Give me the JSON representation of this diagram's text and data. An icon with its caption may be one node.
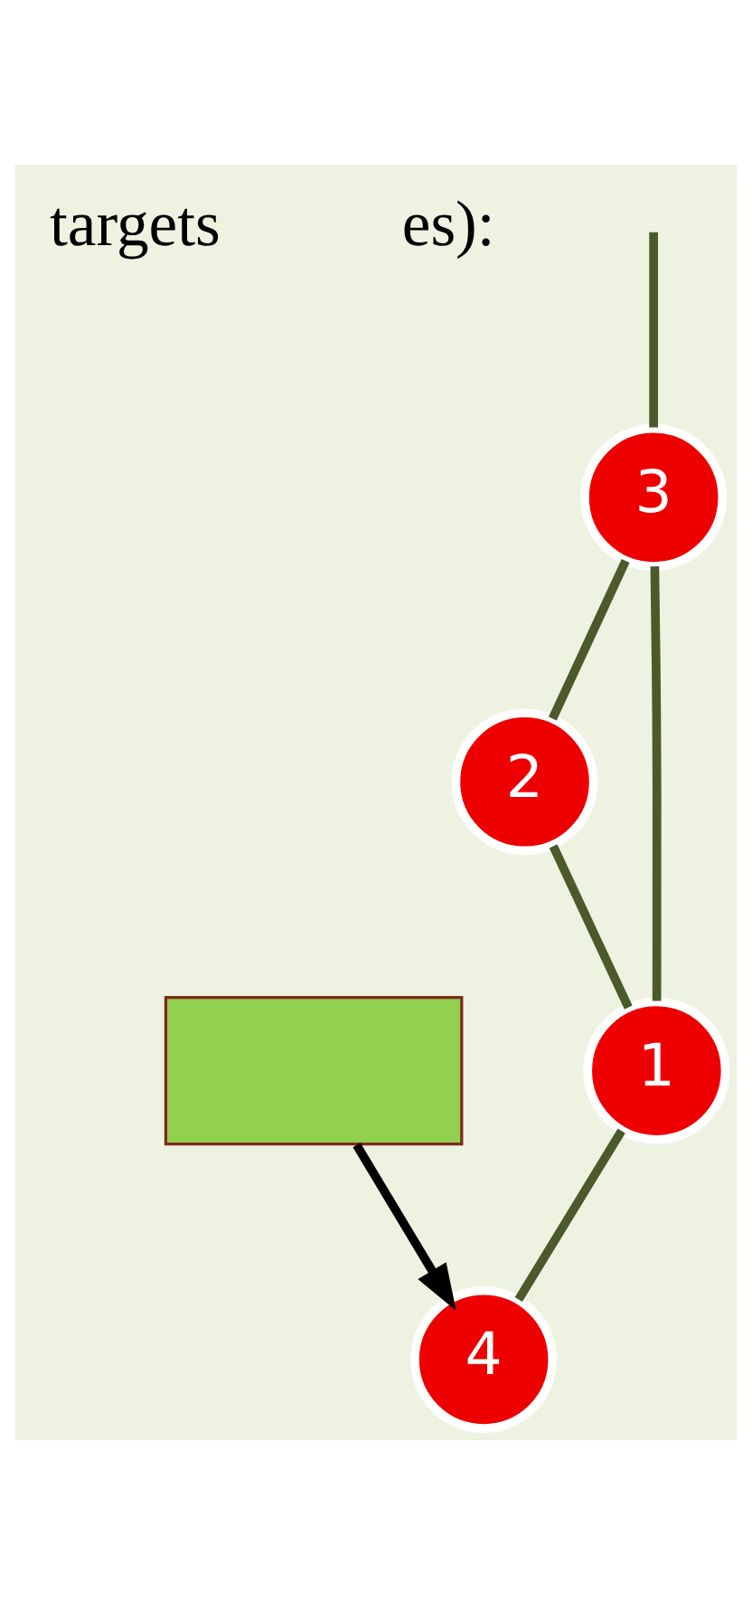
{
  "diagram": {
    "nodes": [
      {
        "text": [
          "3"
        ]
      },
      {
        "text": [
          "2"
        ]
      },
      {
        "text": [
          "1"
        ]
      },
      {
        "text": [],
        "shape": "box"
      },
      {
        "text": [
          "4"
        ]
      }
    ],
    "edges": [
      {
        "from": null,
        "to": 0,
        "arrow": "none"
      },
      {
        "from": 0,
        "to": 1,
        "arrow": "none"
      },
      {
        "from": 1,
        "to": 2,
        "arrow": "none"
      },
      {
        "from": 2,
        "to": 0,
        "arrow": "none"
      },
      {
        "from": 2,
        "to": 4,
        "arrow": "none"
      },
      {
        "from": 3,
        "to": 4,
        "arrow": "to",
        "color": "#000000"
      }
    ],
    "labels": [
      "targets",
      "es):"
    ]
  }
}
